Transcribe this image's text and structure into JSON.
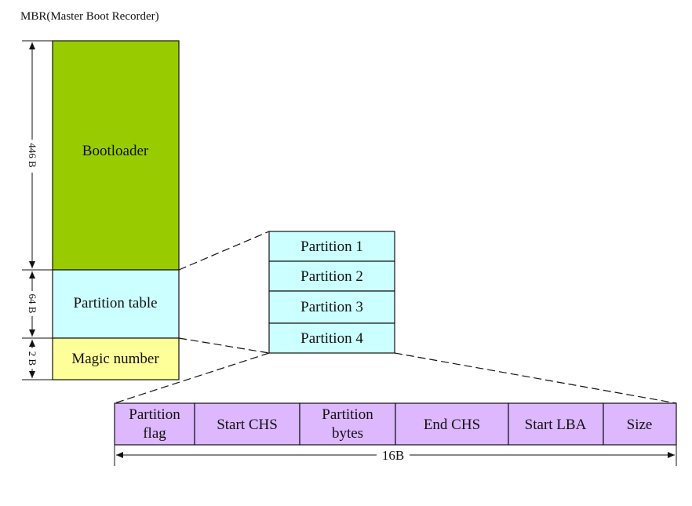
{
  "title": "MBR(Master Boot Recorder)",
  "mbr_blocks": [
    {
      "label": "Bootloader",
      "color": "#99cc00"
    },
    {
      "label": "Partition table",
      "color": "#ccffff"
    },
    {
      "label": "Magic number",
      "color": "#ffff99"
    }
  ],
  "size_labels": {
    "bootloader": "446 B",
    "partition_table": "64 B",
    "magic": "2 B"
  },
  "partitions": [
    "Partition 1",
    "Partition 2",
    "Partition 3",
    "Partition 4"
  ],
  "partition_color": "#ccffff",
  "entry_fields": [
    [
      "Partition",
      "flag"
    ],
    [
      "Start CHS"
    ],
    [
      "Partition",
      "bytes"
    ],
    [
      "End CHS"
    ],
    [
      "Start LBA"
    ],
    [
      "Size"
    ]
  ],
  "entry_color": "#ddb8ff",
  "entry_size_label": "16B"
}
